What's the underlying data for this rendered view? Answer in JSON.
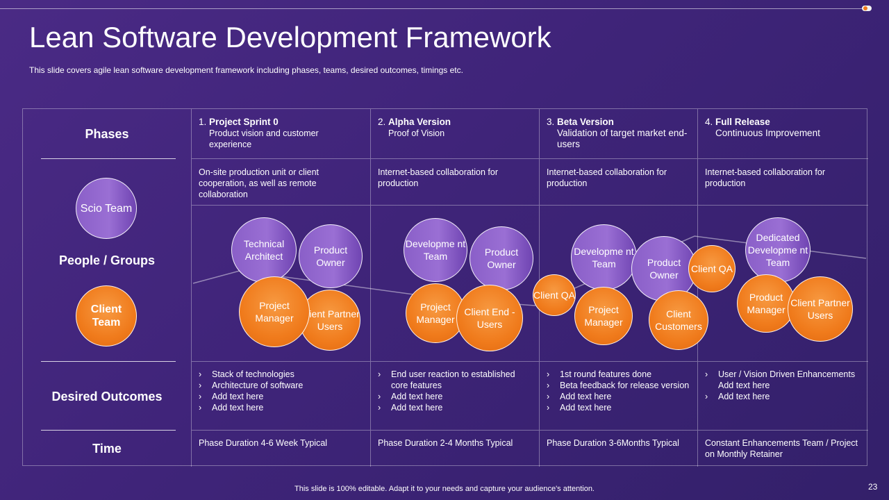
{
  "slide": {
    "title": "Lean Software Development Framework",
    "subtitle": "This slide covers agile lean software development framework including phases, teams, desired outcomes, timings etc.",
    "footer": "This slide is 100% editable. Adapt it to your needs and capture your audience's attention.",
    "page_number": "23"
  },
  "rows": {
    "phases": "Phases",
    "people": "People / Groups",
    "outcomes": "Desired Outcomes",
    "time": "Time"
  },
  "left_circles": {
    "scio": "Scio Team",
    "client": "Client Team"
  },
  "phases": [
    {
      "num": "1.",
      "name": "Project Sprint 0",
      "sub": "Product vision and customer experience"
    },
    {
      "num": "2.",
      "name": "Alpha Version",
      "sub": "Proof of Vision"
    },
    {
      "num": "3.",
      "name": "Beta Version",
      "sub": "Validation of target market end-users"
    },
    {
      "num": "4.",
      "name": "Full Release",
      "sub": "Continuous Improvement"
    }
  ],
  "collaboration": [
    "On-site production unit or client cooperation, as well as remote collaboration",
    "Internet-based collaboration for production",
    "Internet-based collaboration for production",
    "Internet-based collaboration for production"
  ],
  "circles": {
    "p1_tech": "Technical Architect",
    "p1_owner": "Product Owner",
    "p1_pm": "Project Manager",
    "p1_cpu": "Client Partner Users",
    "p2_dev": "Developme nt Team",
    "p2_owner": "Product Owner",
    "p2_pm": "Project Manager",
    "p2_ceu": "Client End - Users",
    "p3_qa": "Client QA",
    "p3_dev": "Developme nt Team",
    "p3_owner": "Product Owner",
    "p3_pm": "Project Manager",
    "p3_cust": "Client Customers",
    "p4_qa": "Client QA",
    "p4_dev": "Dedicated Developme nt Team",
    "p4_pm": "Product Manager",
    "p4_cpu": "Client Partner Users"
  },
  "outcomes": [
    [
      "Stack of technologies",
      "Architecture of software",
      "Add text here",
      "Add text here"
    ],
    [
      "End user reaction to established core features",
      "Add text here",
      "Add text here"
    ],
    [
      "1st round features done",
      "Beta feedback for release version",
      "Add text here",
      "Add text here"
    ],
    [
      "User / Vision Driven Enhancements Add text here",
      "Add text here"
    ]
  ],
  "time": [
    "Phase Duration 4-6 Week Typical",
    "Phase Duration 2-4 Months Typical",
    "Phase Duration 3-6Months Typical",
    "Constant Enhancements Team / Project on Monthly Retainer"
  ]
}
